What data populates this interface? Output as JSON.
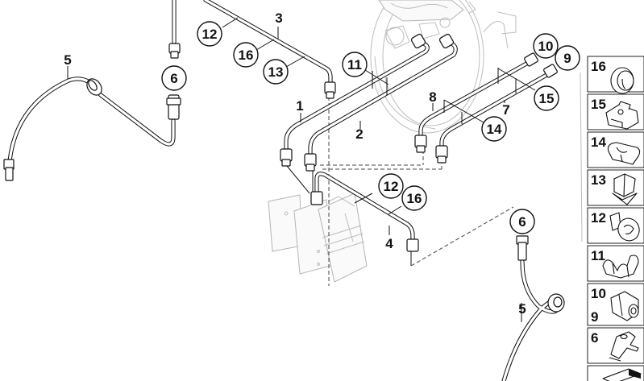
{
  "diagram": {
    "main_callouts": [
      {
        "id": "c12a",
        "label": "12"
      },
      {
        "id": "c16a",
        "label": "16"
      },
      {
        "id": "c13",
        "label": "13"
      },
      {
        "id": "c6a",
        "label": "6"
      },
      {
        "id": "c11",
        "label": "11"
      },
      {
        "id": "c10",
        "label": "10"
      },
      {
        "id": "c9",
        "label": "9"
      },
      {
        "id": "c15",
        "label": "15"
      },
      {
        "id": "c14",
        "label": "14"
      },
      {
        "id": "c12b",
        "label": "12"
      },
      {
        "id": "c16b",
        "label": "16"
      },
      {
        "id": "c6b",
        "label": "6"
      }
    ],
    "plain_labels": [
      {
        "id": "l3",
        "label": "3"
      },
      {
        "id": "l5a",
        "label": "5"
      },
      {
        "id": "l1",
        "label": "1"
      },
      {
        "id": "l2",
        "label": "2"
      },
      {
        "id": "l8",
        "label": "8"
      },
      {
        "id": "l7",
        "label": "7"
      },
      {
        "id": "l4",
        "label": "4"
      },
      {
        "id": "l5b",
        "label": "5"
      }
    ],
    "side_panel": [
      {
        "label": "16",
        "part": "grommet"
      },
      {
        "label": "15",
        "part": "double-clip"
      },
      {
        "label": "14",
        "part": "pipe-clip"
      },
      {
        "label": "13",
        "part": "holder-clip"
      },
      {
        "label": "12",
        "part": "retaining-clip"
      },
      {
        "label": "11",
        "part": "pipe-clip-double"
      },
      {
        "label": "10",
        "part": "union-nut"
      },
      {
        "label": "9",
        "part": "union-nut"
      },
      {
        "label": "6",
        "part": "bracket"
      },
      {
        "label": "",
        "part": "gasket-set"
      }
    ]
  }
}
